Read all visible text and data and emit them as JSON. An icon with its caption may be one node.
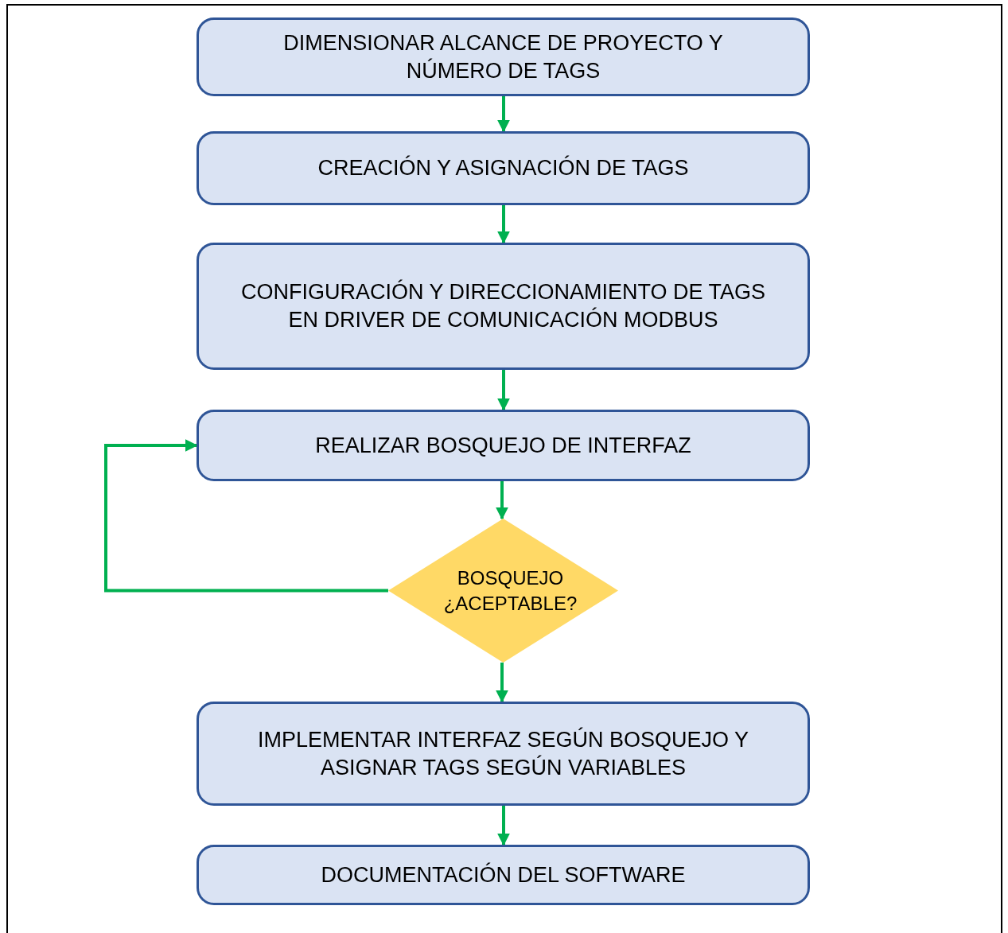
{
  "diagram": {
    "nodes": [
      {
        "text": [
          "DIMENSIONAR ALCANCE DE PROYECTO Y NÚMERO DE TAGS"
        ]
      },
      {
        "text": [
          "CREACIÓN Y ASIGNACIÓN DE TAGS"
        ]
      },
      {
        "text": [
          "CONFIGURACIÓN Y DIRECCIONAMIENTO DE TAGS EN DRIVER DE COMUNICACIÓN MODBUS"
        ]
      },
      {
        "text": [
          "REALIZAR BOSQUEJO DE INTERFAZ"
        ]
      },
      {
        "text": [
          "BOSQUEJO ¿ACEPTABLE?"
        ]
      },
      {
        "text": [
          "IMPLEMENTAR INTERFAZ SEGÚN BOSQUEJO Y ASIGNAR TAGS SEGÚN VARIABLES"
        ]
      },
      {
        "text": [
          "DOCUMENTACIÓN DEL SOFTWARE"
        ]
      }
    ],
    "edges": [
      {
        "from": 0,
        "to": 1,
        "arrow": "to"
      },
      {
        "from": 1,
        "to": 2,
        "arrow": "to"
      },
      {
        "from": 2,
        "to": 3,
        "arrow": "to"
      },
      {
        "from": 3,
        "to": 4,
        "arrow": "to"
      },
      {
        "from": 4,
        "to": 5,
        "arrow": "to"
      },
      {
        "from": 5,
        "to": 6,
        "arrow": "to"
      },
      {
        "from": 4,
        "to": 3,
        "arrow": "to"
      }
    ]
  }
}
